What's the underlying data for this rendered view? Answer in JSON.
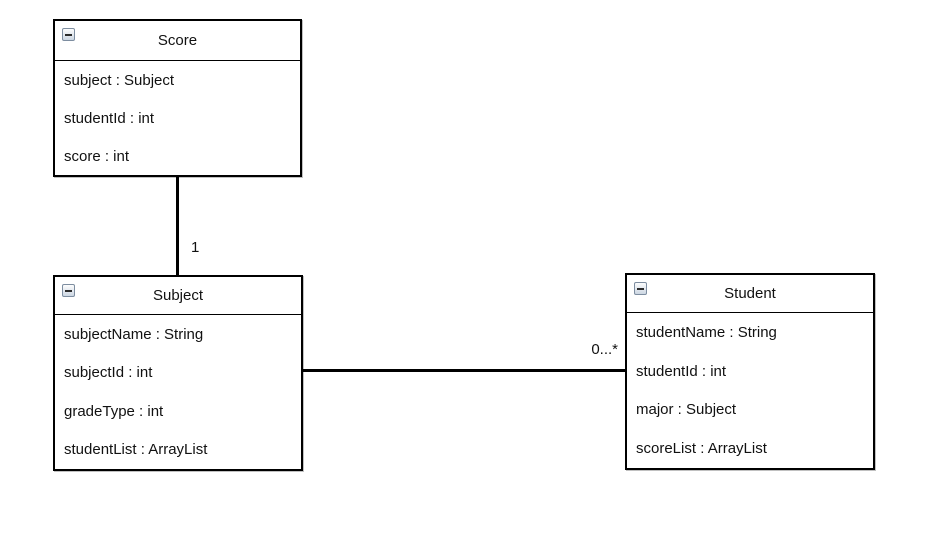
{
  "diagram": {
    "type": "uml-class-diagram",
    "classes": [
      {
        "name": "Score",
        "fields": [
          "subject : Subject",
          "studentId : int",
          "score : int"
        ]
      },
      {
        "name": "Subject",
        "fields": [
          "subjectName : String",
          "subjectId : int",
          "gradeType : int",
          "studentList : ArrayList"
        ]
      },
      {
        "name": "Student",
        "fields": [
          "studentName : String",
          "studentId : int",
          "major : Subject",
          "scoreList : ArrayList"
        ]
      }
    ],
    "connectors": [
      {
        "from": "Score",
        "to": "Subject",
        "label": "1",
        "orientation": "vertical"
      },
      {
        "from": "Subject",
        "to": "Student",
        "label": "0...*",
        "orientation": "horizontal"
      }
    ],
    "icons": {
      "collapse": "minus-square-icon"
    },
    "colors": {
      "box_border": "#000000",
      "box_fill": "#ffffff",
      "text": "#111111",
      "line": "#000000",
      "canvas_background": "#ffffff"
    }
  }
}
